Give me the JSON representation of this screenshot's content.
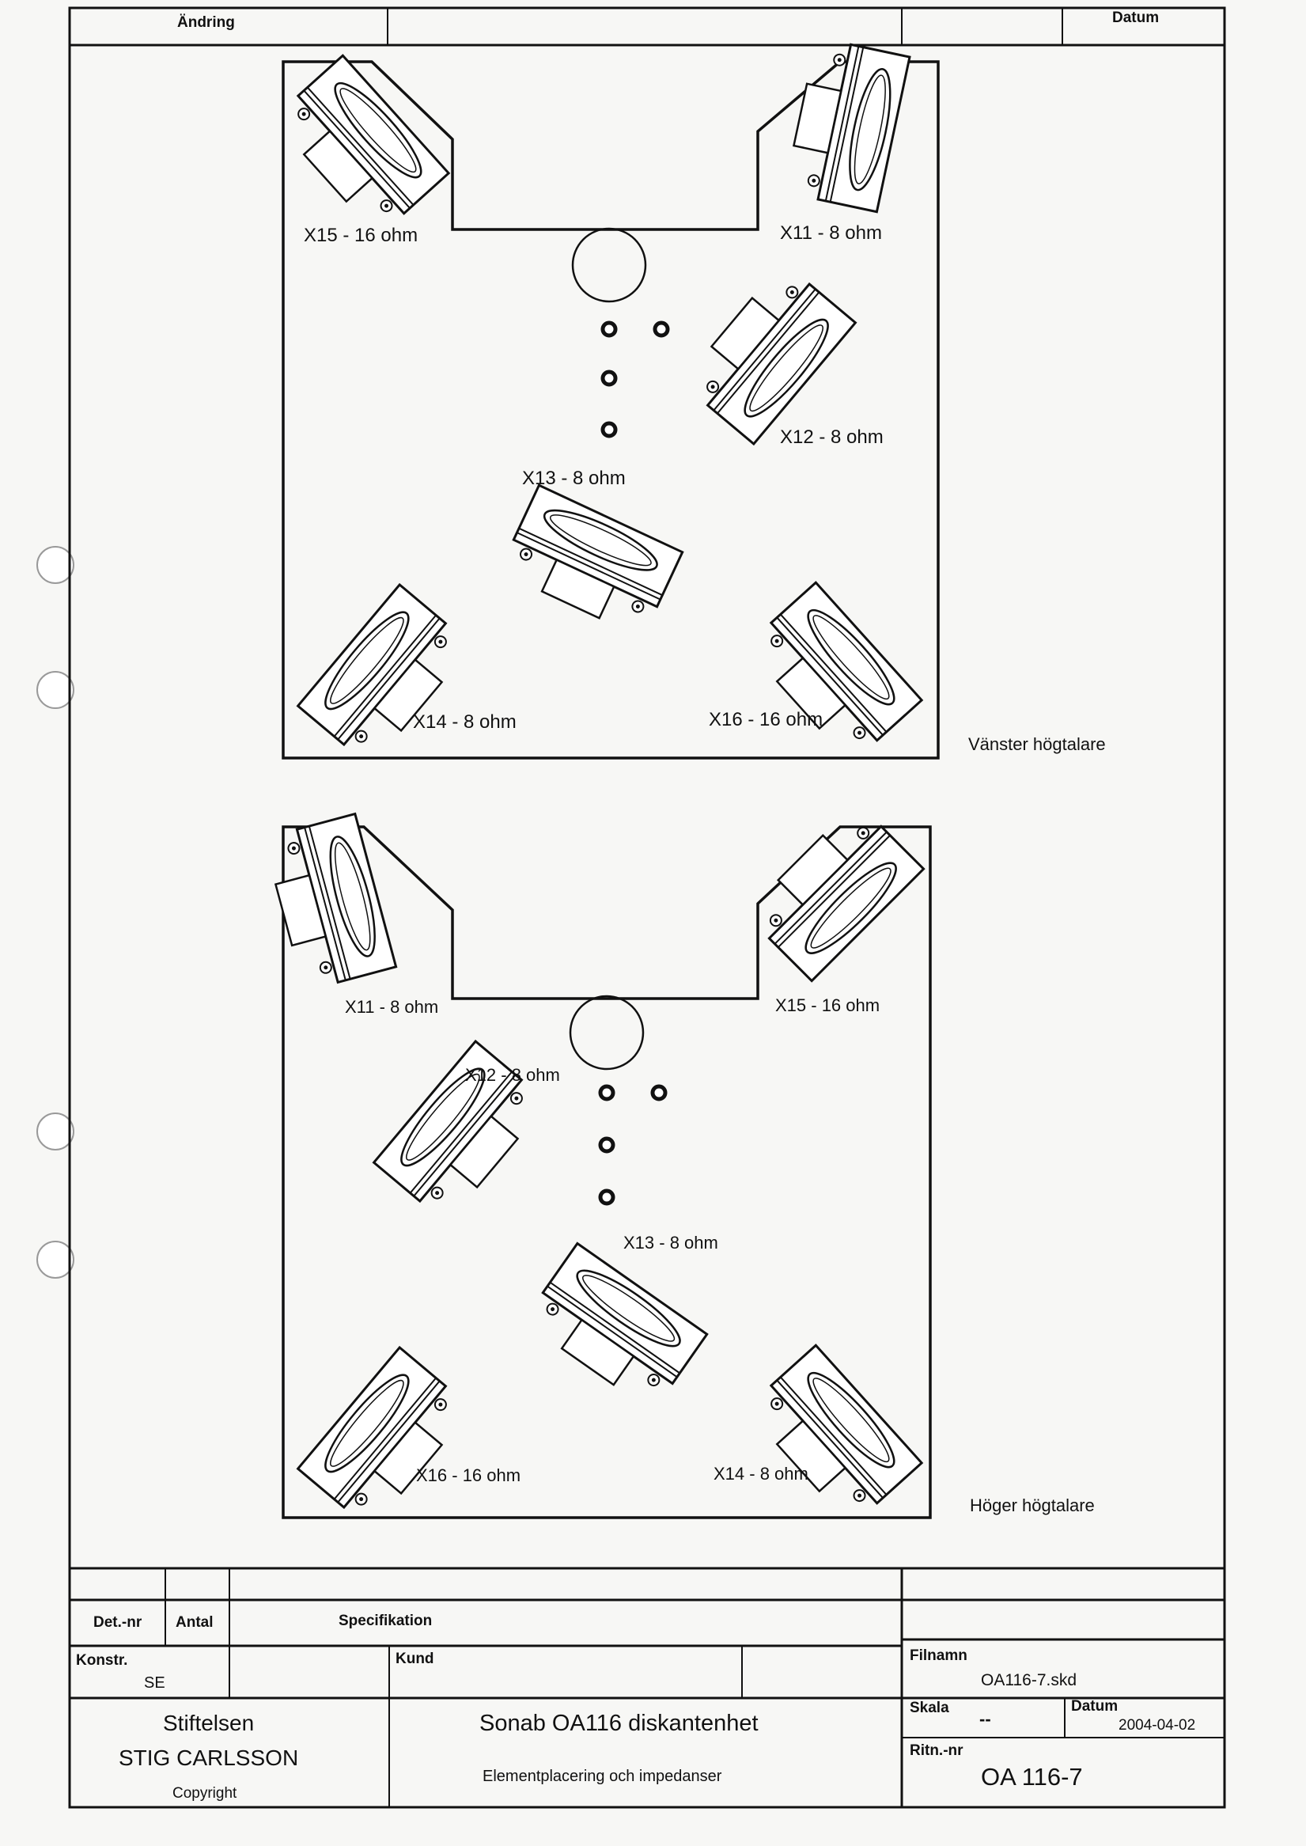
{
  "header": {
    "change_label": "Ändring",
    "date_label": "Datum"
  },
  "panels": [
    {
      "id": "left",
      "caption": "Vänster högtalare",
      "labels": [
        "X15 - 16 ohm",
        "X11 - 8 ohm",
        "X12 - 8 ohm",
        "X13 - 8 ohm",
        "X14 - 8 ohm",
        "X16 - 16 ohm"
      ]
    },
    {
      "id": "right",
      "caption": "Höger högtalare",
      "labels": [
        "X11 - 8 ohm",
        "X15 - 16 ohm",
        "X12 - 8 ohm",
        "X13 - 8 ohm",
        "X16 - 16 ohm",
        "X14 - 8 ohm"
      ]
    }
  ],
  "title_block": {
    "det_nr_label": "Det.-nr",
    "antal_label": "Antal",
    "spec_label": "Specifikation",
    "konstr_label": "Konstr.",
    "konstr_value": "SE",
    "kund_label": "Kund",
    "filnamn_label": "Filnamn",
    "filnamn_value": "OA116-7.skd",
    "skala_label": "Skala",
    "skala_value": "--",
    "datum_label": "Datum",
    "datum_value": "2004-04-02",
    "ritn_label": "Ritn.-nr",
    "ritn_value": "OA 116-7",
    "org_line1": "Stiftelsen",
    "org_line2": "STIG CARLSSON",
    "copyright": "Copyright",
    "title": "Sonab OA116 diskantenhet",
    "subtitle": "Elementplacering och impedanser"
  },
  "colors": {
    "ink": "#111111",
    "paper": "#f7f7f5"
  }
}
